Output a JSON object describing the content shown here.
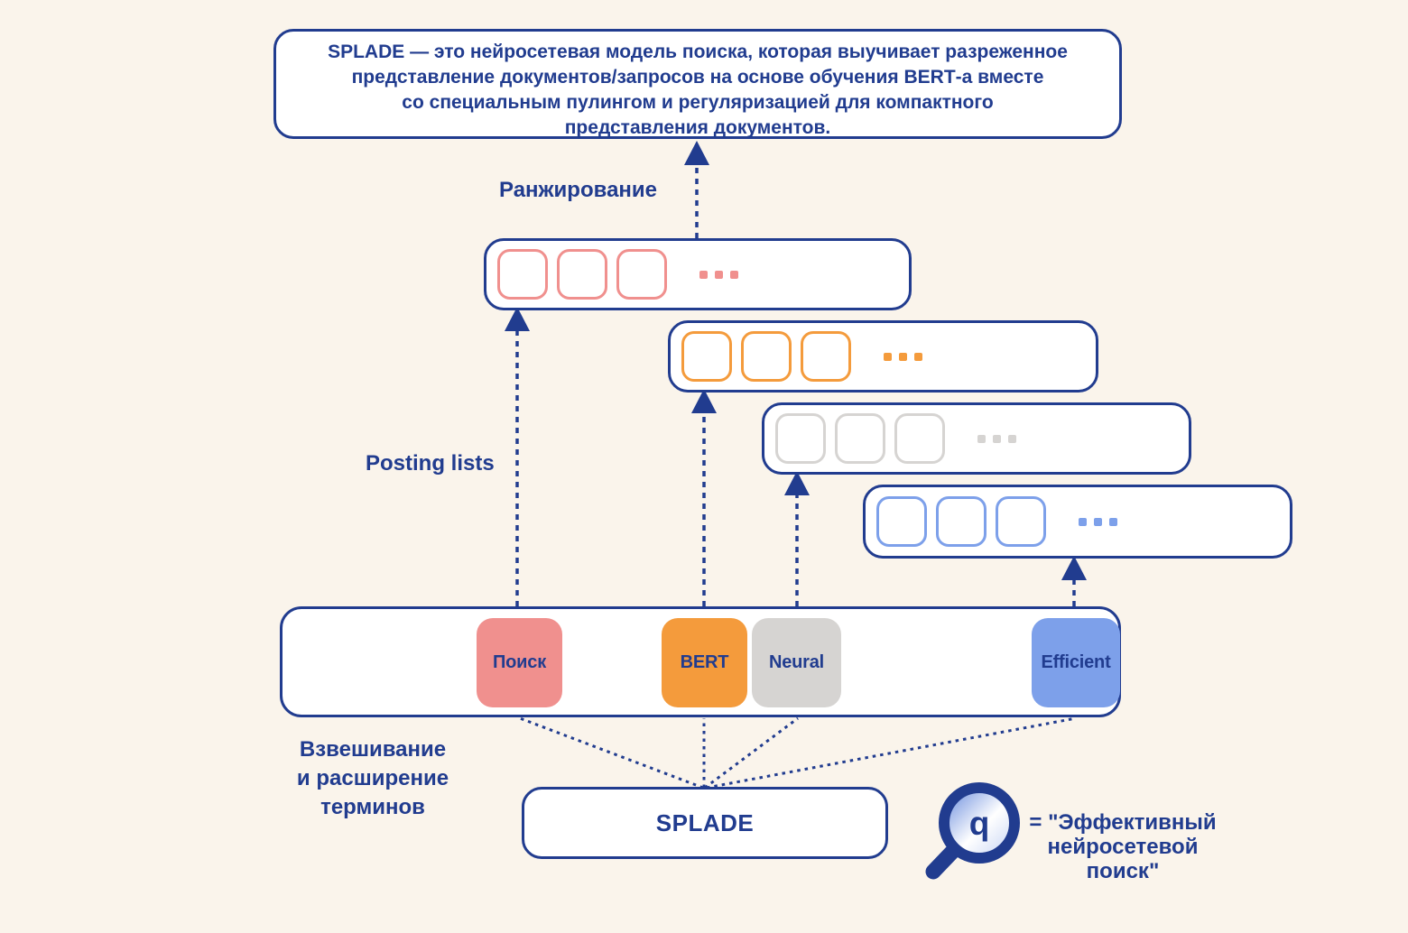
{
  "colors": {
    "background": "#FAF4EB",
    "navy": "#213C8F",
    "salmon": "#F0908E",
    "orange": "#F49B3C",
    "gray": "#D6D4D2",
    "blue": "#7DA0EA"
  },
  "summary_box": {
    "line1_bold": "SPLADE",
    "line1_rest": " — это нейросетевая модель поиска, которая выучивает разреженное",
    "line2_pre": "представление документов/запросов на основе обучения ",
    "line2_bold": "BERT",
    "line2_post": "-а вместе",
    "line3": "со специальным пулингом и регуляризацией для компактного",
    "line4": "представления документов."
  },
  "labels": {
    "ranking": "Ранжирование",
    "posting_lists": "Posting lists",
    "weighting": "Взвешивание\nи расширение\nтерминов"
  },
  "posting_lists": {
    "rows": [
      {
        "term": "Поиск",
        "accent": "#F0908E",
        "cells": 3,
        "ellipsis": "..."
      },
      {
        "term": "BERT",
        "accent": "#F49B3C",
        "cells": 3,
        "ellipsis": "..."
      },
      {
        "term": "Neural",
        "accent": "#D6D4D2",
        "cells": 3,
        "ellipsis": "..."
      },
      {
        "term": "Efficient",
        "accent": "#7DA0EA",
        "cells": 3,
        "ellipsis": "..."
      }
    ]
  },
  "terms": {
    "tokens": [
      {
        "label": "Поиск",
        "color": "#F0908E"
      },
      {
        "label": "BERT",
        "color": "#F49B3C"
      },
      {
        "label": "Neural",
        "color": "#D6D4D2"
      },
      {
        "label": "Efficient",
        "color": "#7DA0EA"
      }
    ]
  },
  "splade": {
    "label": "SPLADE"
  },
  "query": {
    "lens_letter": "q",
    "text": "= \"Эффективный\nнейросетевой\nпоиск\""
  }
}
